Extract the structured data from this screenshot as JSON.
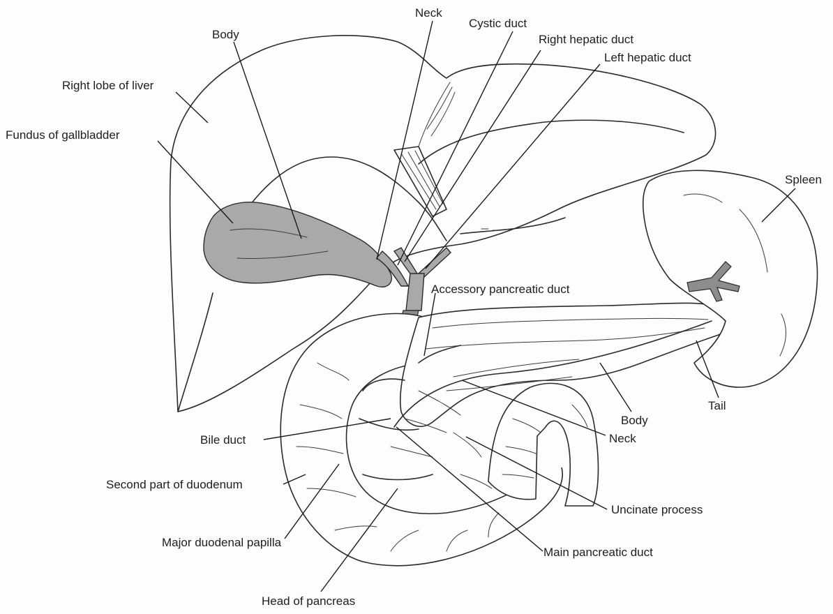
{
  "labels": {
    "neck_gallbladder": "Neck",
    "cystic_duct": "Cystic duct",
    "body_gallbladder": "Body",
    "right_hepatic_duct": "Right hepatic duct",
    "left_hepatic_duct": "Left hepatic duct",
    "right_lobe_liver": "Right lobe of liver",
    "fundus_gallbladder": "Fundus of gallbladder",
    "spleen": "Spleen",
    "accessory_pancreatic_duct": "Accessory pancreatic duct",
    "tail": "Tail",
    "body_pancreas": "Body",
    "neck_pancreas": "Neck",
    "bile_duct": "Bile duct",
    "second_part_duodenum": "Second part of duodenum",
    "uncinate_process": "Uncinate process",
    "major_duodenal_papilla": "Major duodenal papilla",
    "main_pancreatic_duct": "Main pancreatic duct",
    "head_pancreas": "Head of pancreas"
  }
}
